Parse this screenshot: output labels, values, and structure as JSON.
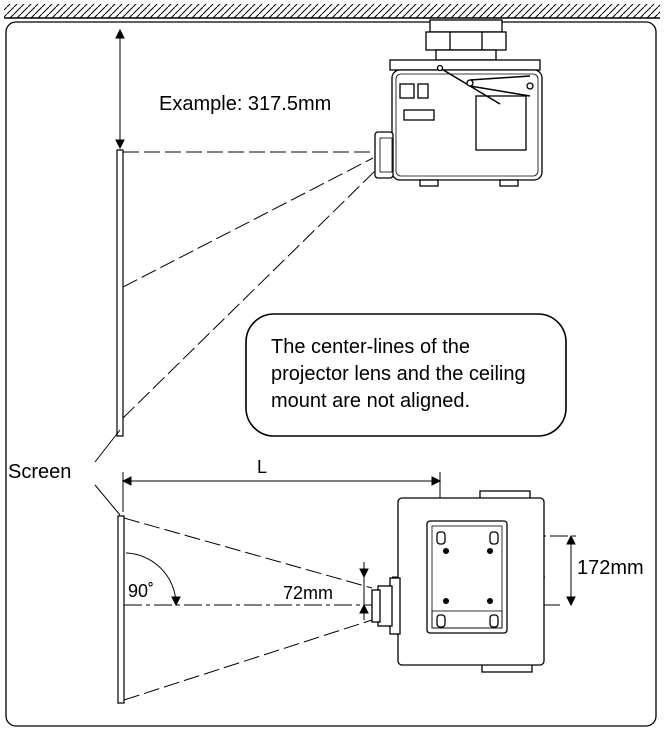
{
  "labels": {
    "example": "Example: 317.5mm",
    "screen": "Screen",
    "distance": "L",
    "vertical_offset": "172mm",
    "lens_offset": "72mm",
    "angle": "90˚"
  },
  "callout": {
    "lines": [
      "The center-lines of the",
      "projector lens and the ceiling",
      "mount are not aligned."
    ]
  },
  "colors": {
    "line": "#000000",
    "background": "#ffffff"
  }
}
